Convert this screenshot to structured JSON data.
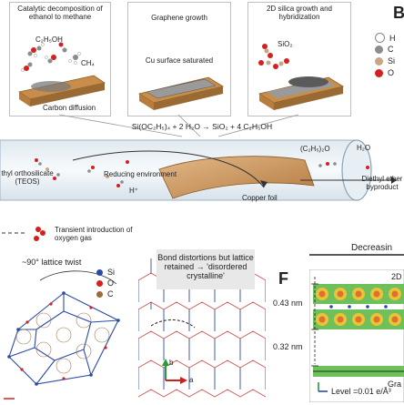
{
  "panels": {
    "a1": {
      "title": "Catalytic decomposition of ethanol to methane",
      "formula_ethanol": "C₂H₅OH",
      "formula_methane": "CH₄",
      "caption": "Carbon diffusion"
    },
    "a2": {
      "title": "Graphene growth",
      "caption": "Cu surface saturated"
    },
    "a3": {
      "title": "2D silica growth and hybridization",
      "formula": "SiO₂"
    }
  },
  "legend": {
    "letter": "B",
    "items": [
      {
        "label": "H",
        "color": "#ffffff"
      },
      {
        "label": "C",
        "color": "#8c8c8c"
      },
      {
        "label": "Si",
        "color": "#c9a586"
      },
      {
        "label": "O",
        "color": "#d42020"
      }
    ]
  },
  "reaction": "Si(OC₂H₅)₄ + 2 H₂O → SiO₂ + 4 C₂H₅OH",
  "tube": {
    "teos_label": "thyl orthosilicate (TEOS)",
    "reducing": "Reducing environment",
    "h_plus": "H⁺",
    "copper": "Copper foil",
    "diethyl_formula": "(C₂H₅)₂O",
    "water_formula": "H₂O",
    "diethyl_label": "Diethyl ether byproduct"
  },
  "oxygen_note": "Transient introduction of oxygen gas",
  "lattice": {
    "twist": "~90° lattice twist",
    "legend": [
      {
        "label": "Si",
        "color": "#2b4aa8"
      },
      {
        "label": "O",
        "color": "#d42020"
      },
      {
        "label": "C",
        "color": "#9a6a3a"
      }
    ]
  },
  "distortion": {
    "callout": "Bond distortions but lattice retained → 'disordered crystalline'",
    "axis_a": "a",
    "axis_b": "b"
  },
  "panel_f": {
    "letter": "F",
    "decrease": "Decreasin",
    "dist1": "0.43 nm",
    "dist2": "0.32 nm",
    "tag_2d": "2D",
    "gra": "Gra",
    "level": "Level =0.01 e/Å³"
  }
}
